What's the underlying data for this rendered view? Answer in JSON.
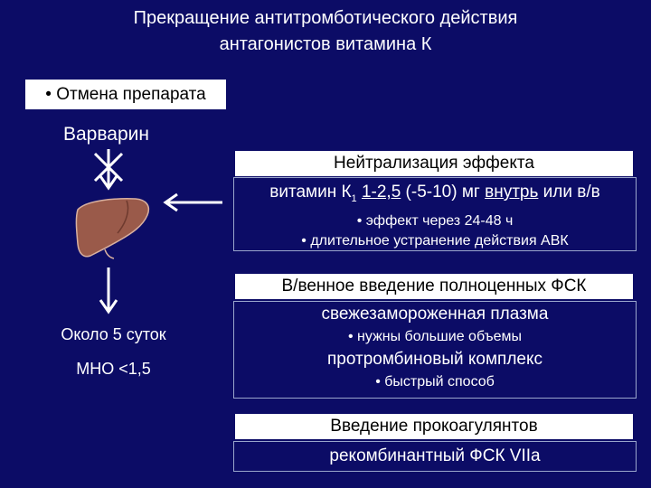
{
  "title": {
    "line1": "Прекращение антитромботического действия",
    "line2": "антагонистов витамина К"
  },
  "left": {
    "bullet_box": "• Отмена препарата",
    "drug_name": "Варварин",
    "duration": "Около 5 суток",
    "inr": "МНО <1,5"
  },
  "panels": {
    "neutralization": {
      "header": "Нейтрализация эффекта",
      "vitamin_prefix": "витамин К",
      "vitamin_sub": "1",
      "dose": "1-2,5",
      "dose_range": "(-5-10) мг",
      "route_oral": "внутрь",
      "route_iv": "или в/в",
      "bullet1": "• эффект через 24-48 ч",
      "bullet2": "• длительное устранение действия АВК"
    },
    "factor_concentrates": {
      "header": "В/венное введение полноценных ФСК",
      "item1": "свежезамороженная плазма",
      "bullet1": "• нужны большие объемы",
      "item2": "протромбиновый комплекс",
      "bullet2": "• быстрый способ"
    },
    "procoagulants": {
      "header": "Введение прокоагулянтов",
      "item1": "рекомбинантный ФСК VIIa"
    }
  },
  "colors": {
    "background": "#0c0c66",
    "box": "#ffffff",
    "liver": "#9a5a4a"
  },
  "icons": [
    "blocked-arrow-icon",
    "liver-icon",
    "left-arrow-icon",
    "down-arrow-icon"
  ]
}
